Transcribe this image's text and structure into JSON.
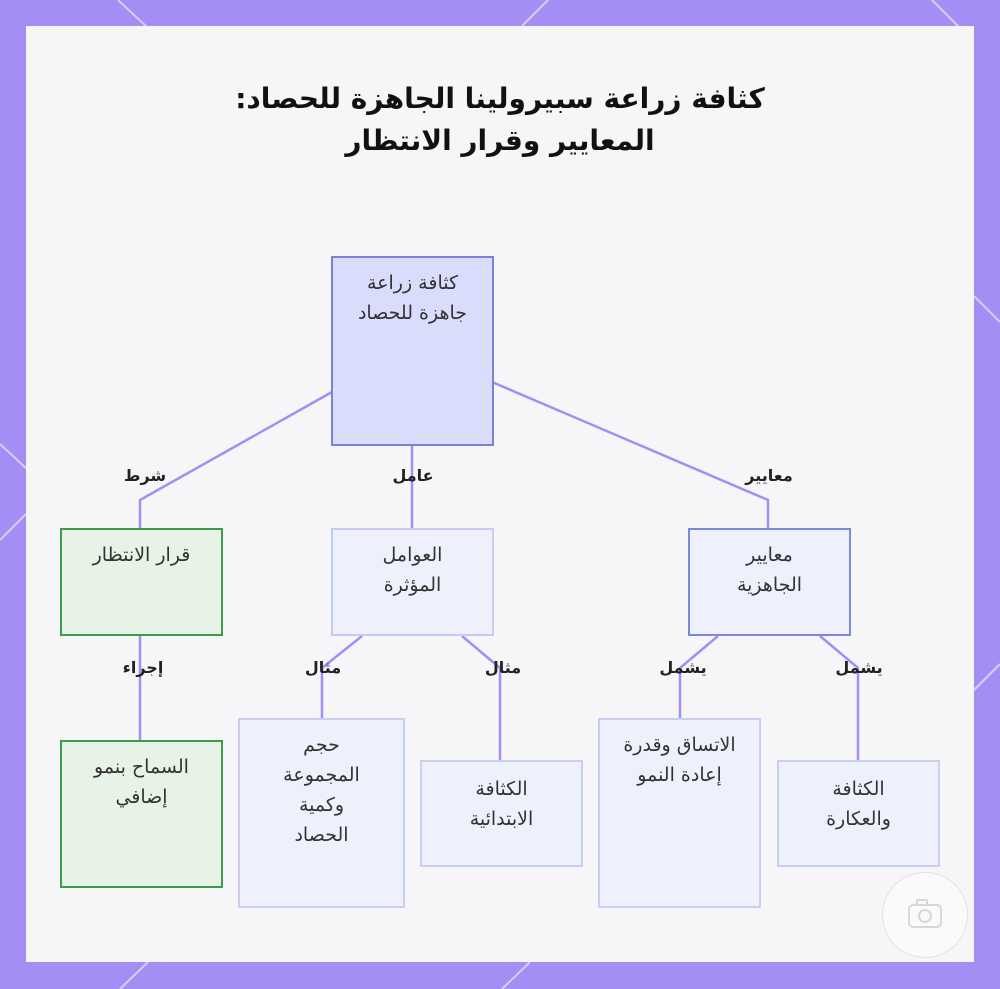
{
  "title": "كثافة زراعة سبيرولينا الجاهزة للحصاد: المعايير وقرار الانتظار",
  "nodes": {
    "root": "كثافة زراعة جاهزة للحصاد",
    "wait_decision": "قرار الانتظار",
    "factors": "العوامل المؤثرة",
    "readiness_criteria": "معايير الجاهزية",
    "allow_growth": "السماح بنمو إضافي",
    "volume_harvest": "حجم المجموعة وكمية الحصاد",
    "initial_density": "الكثافة الابتدائية",
    "consistency_regrowth": "الاتساق وقدرة إعادة النمو",
    "density_turbidity": "الكثافة والعكارة"
  },
  "edges": {
    "condition": "شرط",
    "factor": "عامل",
    "criteria": "معايير",
    "action": "إجراء",
    "example_1": "مثال",
    "example_2": "مثال",
    "includes_1": "يشمل",
    "includes_2": "يشمل"
  },
  "colors": {
    "background": "#a58ef3",
    "card": "#f6f6f8",
    "edge": "#a58ef3",
    "root_fill": "#d9dcfb",
    "green_border": "#3c9c4b"
  }
}
